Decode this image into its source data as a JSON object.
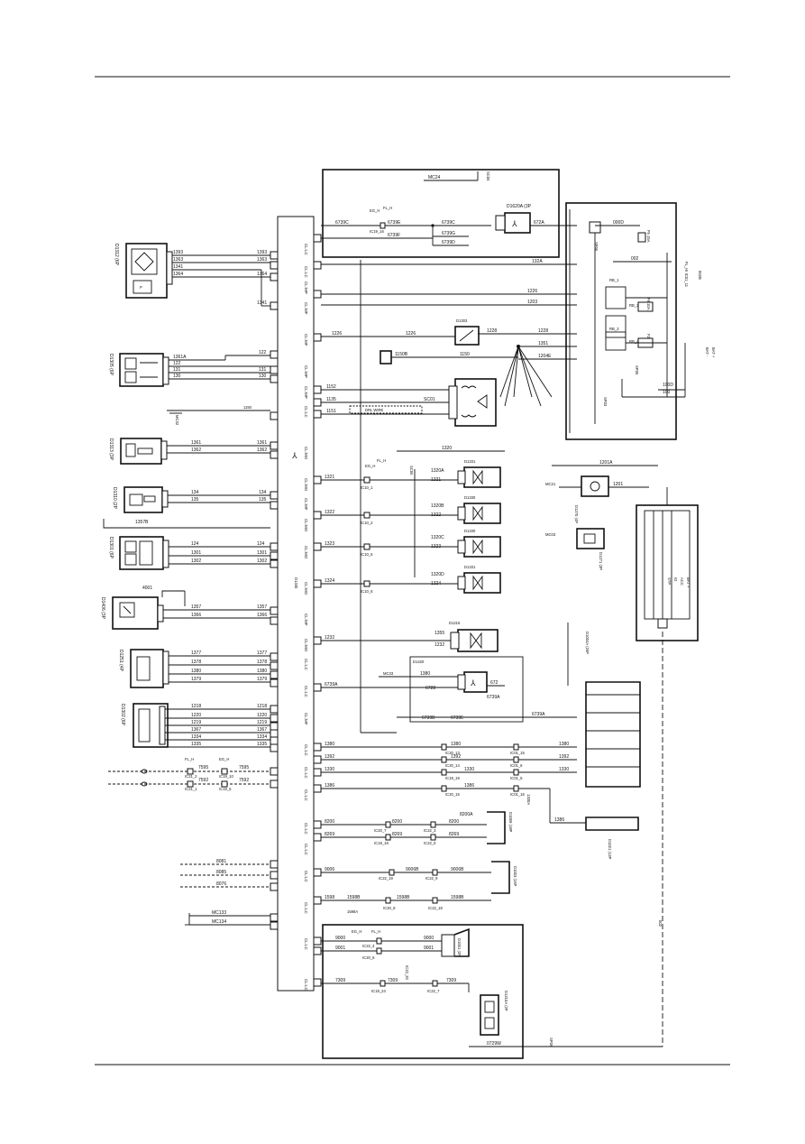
{
  "colors": {
    "ink": "#111111",
    "paper": "#ffffff"
  },
  "connectors": {
    "d1312": "D1312 (6P",
    "d1305": "D1305 (6P",
    "d1313": "D1313 (3P",
    "d1310": "D1310 (2P",
    "d1301": "D1301 (6P",
    "d1406": "D1406 (3P",
    "d1251": "D1251 (4P",
    "d1302": "D1302 (6P",
    "d1620a": "D1620A (3P",
    "d1270": "D1270 (4P",
    "d1271": "D1271 (3P",
    "d1303": "D1303",
    "d1215": "D1215",
    "d1420": "D1420",
    "d1331": "D1331",
    "d1330": "D1330",
    "d1004a": "D1004A (26P",
    "d1009": "D1009 (18P",
    "d1003": "D1003 (16P",
    "d1001": "D1001 (2P",
    "d1210a": "D1210A (2P",
    "d1021": "D1021 (12P",
    "d1330_main": "D1330"
  },
  "labels": {
    "cl_lc": "CL:LC",
    "cl_mp": "CL:MP",
    "cl_mf": "CL:MF",
    "cl_mo": "CL:MO",
    "ground_mc24": "MC24",
    "ground_mc32": "MC32",
    "ground_mc33": "MC33",
    "ground_mc21": "MC21",
    "ground_mc03": "MC03",
    "ground_mc133": "MC133",
    "ground_mc134": "MC134",
    "sc01": "SC01",
    "sc06": "SC06",
    "sp03": "SP03",
    "sp05": "SP05",
    "sp06": "SP06",
    "eg_h": "EG_H",
    "fl_h": "FL_H",
    "drl_wire": "DRL WIRE",
    "bat_plus": "BAT +",
    "bat_minus": "BAT -",
    "acc": "ACC",
    "ig": "IG",
    "stp": "STP"
  },
  "wires": {
    "w1393": "1393",
    "w1363": "1363",
    "w1341": "1341",
    "w1364": "1364",
    "w1361a": "1361A",
    "w122": "122",
    "w131": "131",
    "w130": "130",
    "w1361": "1361",
    "w1362": "1362",
    "w134": "134",
    "w135": "135",
    "w1357b": "1357B",
    "w124": "124",
    "w1301": "1301",
    "w1302": "1302",
    "w4001": "4001",
    "w1357": "1357",
    "w1366": "1366",
    "w1377": "1377",
    "w1378": "1378",
    "w1380": "1380",
    "w1379": "1379",
    "w1218": "1218",
    "w1220": "1220",
    "w1219": "1219",
    "w1367": "1367",
    "w1334": "1334",
    "w1335": "1335",
    "w7595": "7595",
    "w7592": "7592",
    "w8081": "8081",
    "w8085": "8085",
    "w8076": "8076",
    "w6739c": "6739C",
    "w6739e": "6739E",
    "w6739f": "6739F",
    "w6739g": "6739G",
    "w6739d": "6739D",
    "w672a": "672A",
    "w1226": "1226",
    "w1203": "1203",
    "w1228": "1228",
    "w1351": "1351",
    "w1204e": "1204E",
    "w132a": "132A",
    "w1150b": "1150B",
    "w1150": "1150",
    "w1152": "1152",
    "w1135": "1135",
    "w1151": "1151",
    "w1320": "1320",
    "w1320a": "1320A",
    "w1321": "1321",
    "w1320b": "1320B",
    "w1322": "1322",
    "w1320c": "1320C",
    "w1323": "1323",
    "w1320d": "1320D",
    "w1324": "1324",
    "w1201a": "1201A",
    "w1201": "1201",
    "w1232": "1232",
    "w1355": "1355",
    "w6739a": "6739A",
    "w6728": "6728",
    "w6739b": "6739B",
    "w672": "672",
    "w1380b": "1380",
    "w1392": "1392",
    "w1330": "1330",
    "w1386": "1386",
    "w8200": "8200",
    "w8200a": "8200A",
    "w8269": "8269",
    "w9006": "9006",
    "w9006b": "9006B",
    "w1598": "1598",
    "w1598b": "1598B",
    "w1598a": "1598A",
    "w9000": "9000",
    "w9001": "9001",
    "w7309": "7309",
    "w0729w": "0729W",
    "w100d": "100D",
    "w100": "100",
    "w002": "002",
    "w000d": "000D",
    "w1330a": "1330A",
    "w002b": "002B",
    "w002c": "002"
  },
  "clips": {
    "ic10_1": "IC10_1",
    "ic10_2": "IC10_2",
    "ic10_5": "IC10_5",
    "ic10_6": "IC10_6",
    "ic19_16": "IC19_16",
    "ic20_13": "IC20_13",
    "ic20_14": "IC20_14",
    "ic19_19": "IC19_19",
    "ic20_15": "IC20_15",
    "ic01_15": "IC01_15",
    "ic01_6": "IC01_6",
    "ic01_5": "IC01_5",
    "ic01_16": "IC01_16",
    "ic20_7": "IC20_7",
    "ic19_18": "IC19_18",
    "ic22_3": "IC22_3",
    "ic22_5": "IC22_5",
    "ic22_19": "IC22_19",
    "ic22_9": "IC22_9",
    "ic20_9": "IC20_9",
    "ic22_18": "IC22_18",
    "ic19_24": "IC19_24",
    "ic22_7": "IC22_7",
    "ic22_4": "IC22_4",
    "ic20_6": "IC20_6",
    "ic22_20": "IC22_20",
    "ic21_1": "IC21_1",
    "ic19_5": "IC19_5",
    "ic19_10": "IC19_10",
    "ic21_2": "IC21_2"
  },
  "relays": {
    "fl_hi": "FL_HI IC01_11",
    "rb": "RB",
    "rb1": "RB_1",
    "rb2": "RB_2",
    "rb3": "RB_3",
    "rb4": "RB_4",
    "f5_15a": "F5 15A",
    "f6_10a": "F6 10A",
    "f2": "F2"
  }
}
